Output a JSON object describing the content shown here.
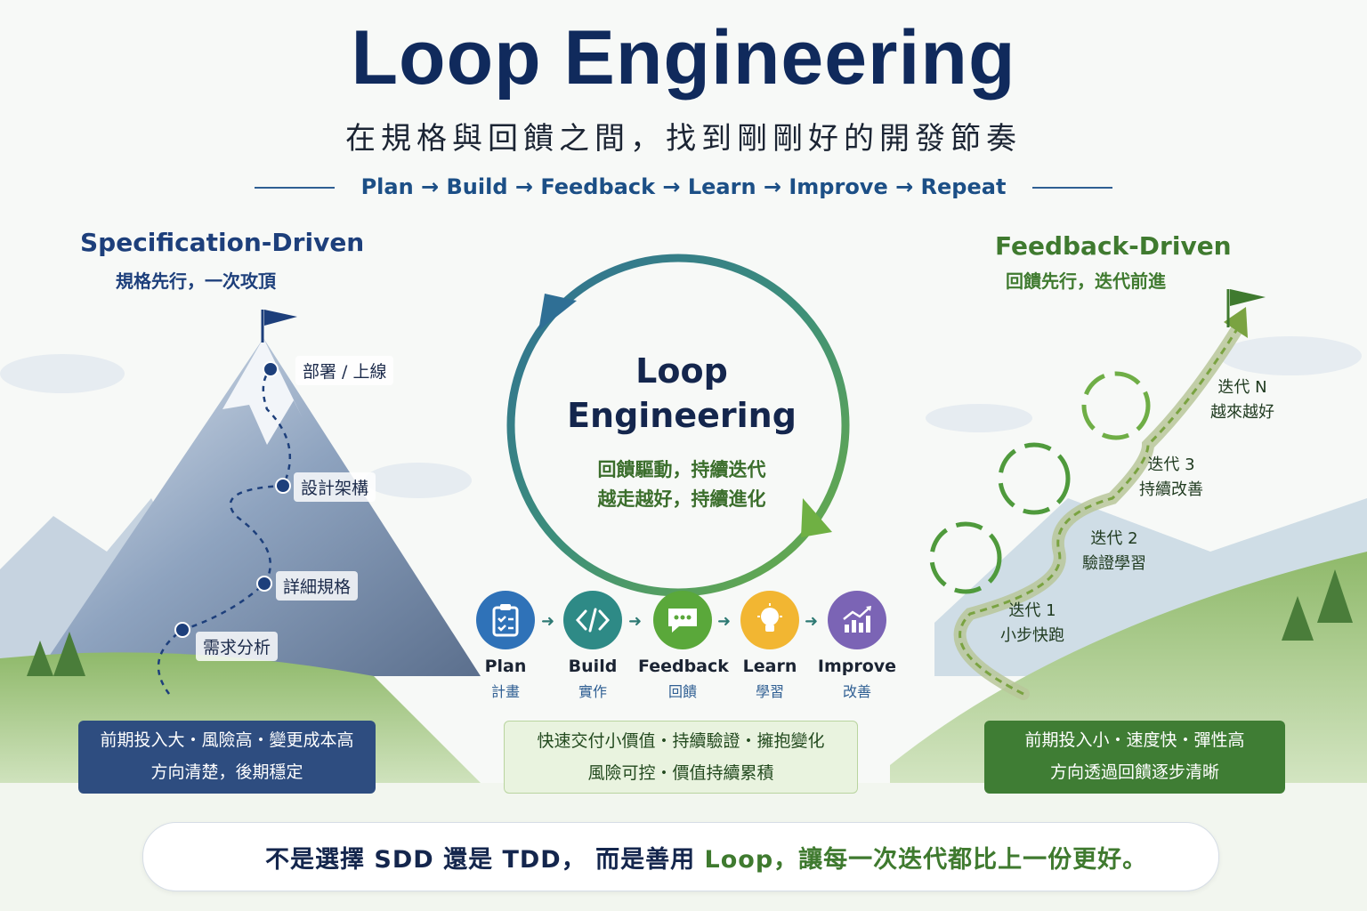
{
  "header": {
    "title": "Loop Engineering",
    "subtitle": "在規格與回饋之間，找到剛剛好的開發節奏",
    "flow": "Plan → Build → Feedback → Learn → Improve → Repeat"
  },
  "left": {
    "title": "Specification-Driven",
    "subtitle": "規格先行，一次攻頂",
    "steps": [
      "部署 / 上線",
      "設計架構",
      "詳細規格",
      "需求分析"
    ],
    "summary_line1": "前期投入大・風險高・變更成本高",
    "summary_line2": "方向清楚，後期穩定"
  },
  "right": {
    "title": "Feedback-Driven",
    "subtitle": "回饋先行，迭代前進",
    "iterations": [
      {
        "title": "迭代 N",
        "desc": "越來越好"
      },
      {
        "title": "迭代 3",
        "desc": "持續改善"
      },
      {
        "title": "迭代 2",
        "desc": "驗證學習"
      },
      {
        "title": "迭代 1",
        "desc": "小步快跑"
      }
    ],
    "summary_line1": "前期投入小・速度快・彈性高",
    "summary_line2": "方向透過回饋逐步清晰"
  },
  "center": {
    "loop_title_line1": "Loop",
    "loop_title_line2": "Engineering",
    "loop_sub_line1": "回饋驅動，持續迭代",
    "loop_sub_line2": "越走越好，持續進化",
    "steps": [
      {
        "en": "Plan",
        "zh": "計畫",
        "icon": "clipboard-checklist-icon",
        "color": "#2f72b8"
      },
      {
        "en": "Build",
        "zh": "實作",
        "icon": "code-brackets-icon",
        "color": "#2e8a86"
      },
      {
        "en": "Feedback",
        "zh": "回饋",
        "icon": "chat-bubble-icon",
        "color": "#5aa83a"
      },
      {
        "en": "Learn",
        "zh": "學習",
        "icon": "lightbulb-icon",
        "color": "#f2b632"
      },
      {
        "en": "Improve",
        "zh": "改善",
        "icon": "bar-chart-growth-icon",
        "color": "#7b64b5"
      }
    ],
    "summary_line1": "快速交付小價值・持續驗證・擁抱變化",
    "summary_line2": "風險可控・價值持續累積"
  },
  "footer": {
    "part1": "不是選擇 SDD 還是 TDD，",
    "part2": "而是善用",
    "part3": "Loop，讓每一次迭代都比上一份更好。"
  }
}
